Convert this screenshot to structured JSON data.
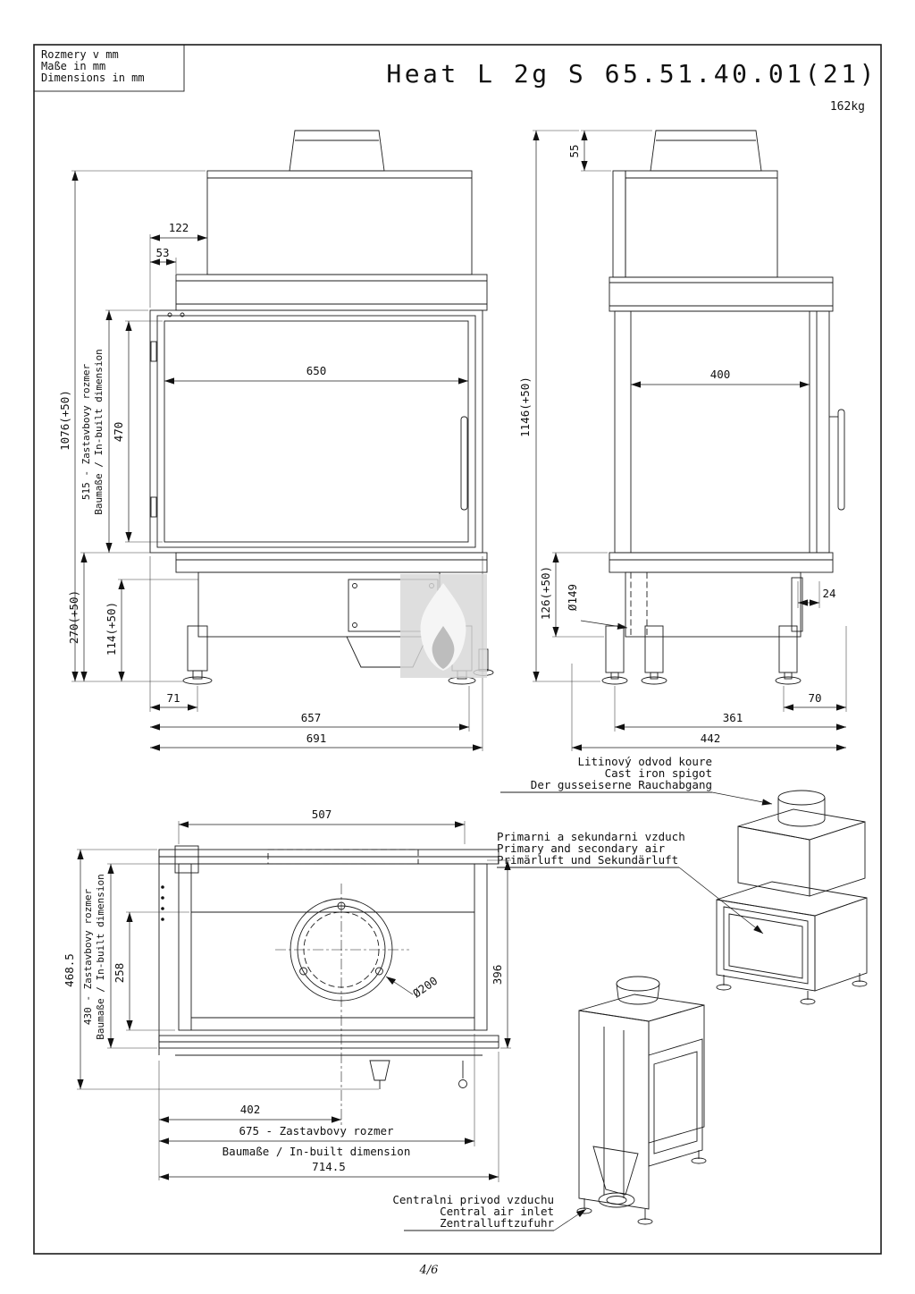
{
  "meta": {
    "units": {
      "line1": "Rozmery v mm",
      "line2": "Maße in mm",
      "line3": "Dimensions in mm"
    },
    "title": "Heat L 2g S 65.51.40.01(21)",
    "weight": "162kg",
    "page": "4/6"
  },
  "front": {
    "d122": "122",
    "d53": "53",
    "d650": "650",
    "d470": "470",
    "d1076": "1076(+50)",
    "d515a": "515 - Zastavbovy rozmer",
    "d515b": "Baumaße / In-built dimension",
    "d270": "270(+50)",
    "d114": "114(+50)",
    "d71": "71",
    "d657": "657",
    "d691": "691"
  },
  "side": {
    "d55": "55",
    "d400": "400",
    "d1146": "1146(+50)",
    "d126": "126(+50)",
    "d149": "Ø149",
    "d24": "24",
    "d70": "70",
    "d361": "361",
    "d442": "442"
  },
  "top": {
    "d507": "507",
    "d468": "468.5",
    "d430a": "430 - Zastavbovy rozmer",
    "d430b": "Baumaße / In-built dimension",
    "d258": "258",
    "d396": "396",
    "d200": "Ø200",
    "d402": "402",
    "d675": "675 - Zastavbovy rozmer",
    "d675b": "Baumaße / In-built dimension",
    "d714": "714.5"
  },
  "notes": {
    "spigot1": "Litinový odvod koure",
    "spigot2": "Cast iron spigot",
    "spigot3": "Der gusseiserne Rauchabgang",
    "air1": "Primarni a sekundarni vzduch",
    "air2": "Primary and secondary air",
    "air3": "Primärluft und Sekundärluft",
    "inlet1": "Centralni privod vzduchu",
    "inlet2": "Central air inlet",
    "inlet3": "Zentralluftzufuhr"
  }
}
